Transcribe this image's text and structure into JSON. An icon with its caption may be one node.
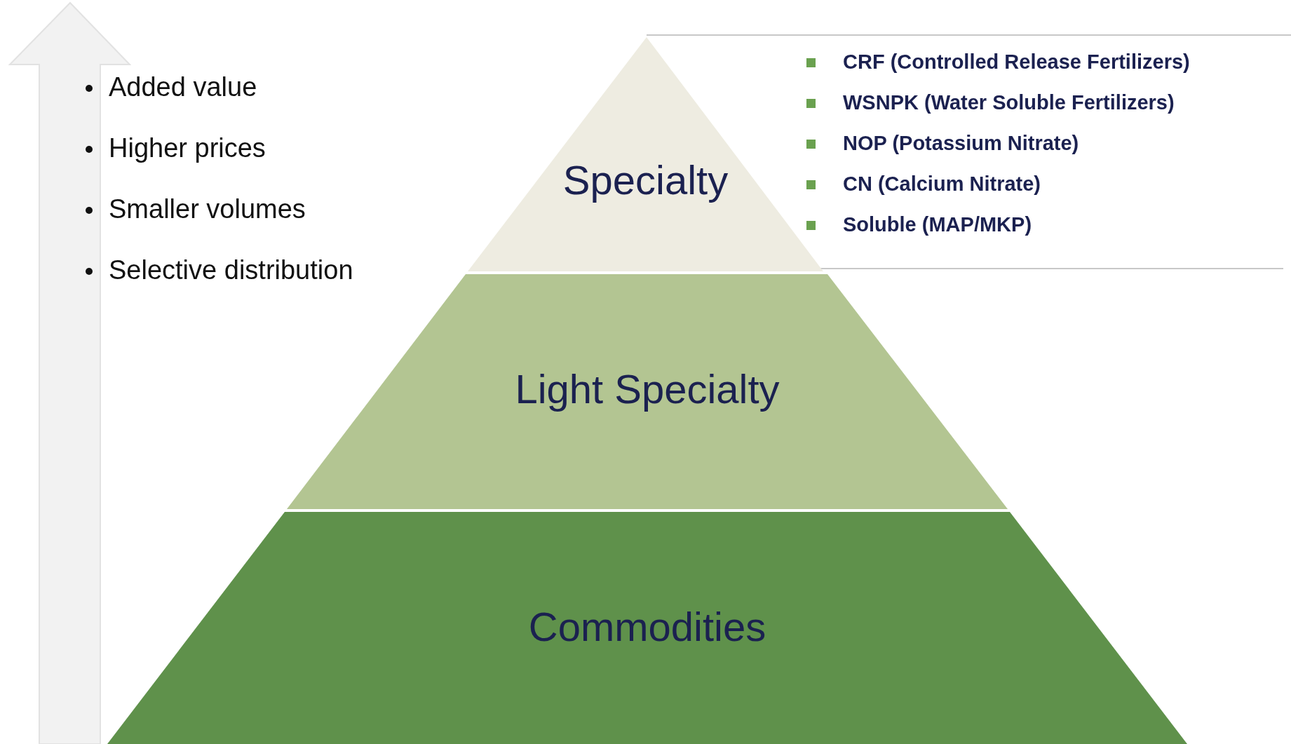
{
  "diagram": {
    "nodes": [
      {
        "text": [
          "Specialty"
        ]
      },
      {
        "text": [
          "Light Specialty"
        ]
      },
      {
        "text": [
          "Commodities"
        ]
      }
    ],
    "labels": [
      "Added value",
      "Higher prices",
      "Smaller volumes",
      "Selective distribution",
      "CRF (Controlled Release Fertilizers)",
      "WSNPK (Water Soluble Fertilizers)",
      "NOP (Potassium Nitrate)",
      "CN (Calcium Nitrate)",
      "Soluble (MAP/MKP)"
    ]
  }
}
